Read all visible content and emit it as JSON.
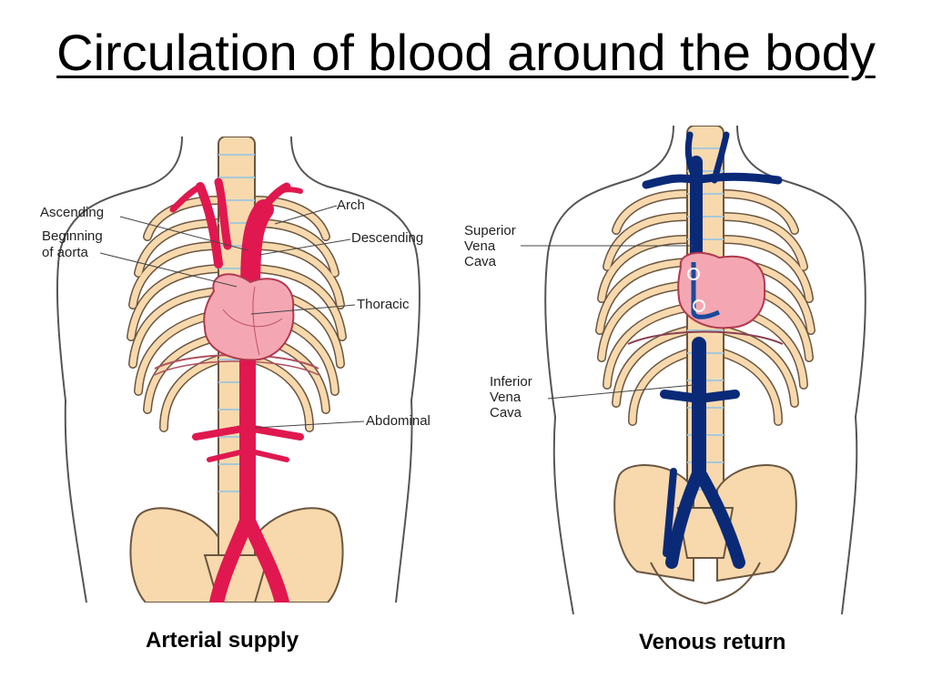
{
  "title": "Circulation of blood around the body",
  "left": {
    "labels": {
      "ascending": "Ascending",
      "beginning1": "Beginning",
      "beginning2": "of aorta",
      "arch": "Arch",
      "descending": "Descending",
      "thoracic": "Thoracic",
      "abdominal": "Abdominal"
    },
    "caption": "Arterial supply"
  },
  "right": {
    "labels": {
      "svc1": "Superior",
      "svc2": "Vena",
      "svc3": "Cava",
      "ivc1": "Inferior",
      "ivc2": "Vena",
      "ivc3": "Cava"
    },
    "caption": "Venous return"
  },
  "colors": {
    "artery": "#e0184f",
    "vein": "#0a2a78",
    "heart": "#f4a7b2",
    "bone": "#f7d9ad",
    "outline": "#555555"
  }
}
